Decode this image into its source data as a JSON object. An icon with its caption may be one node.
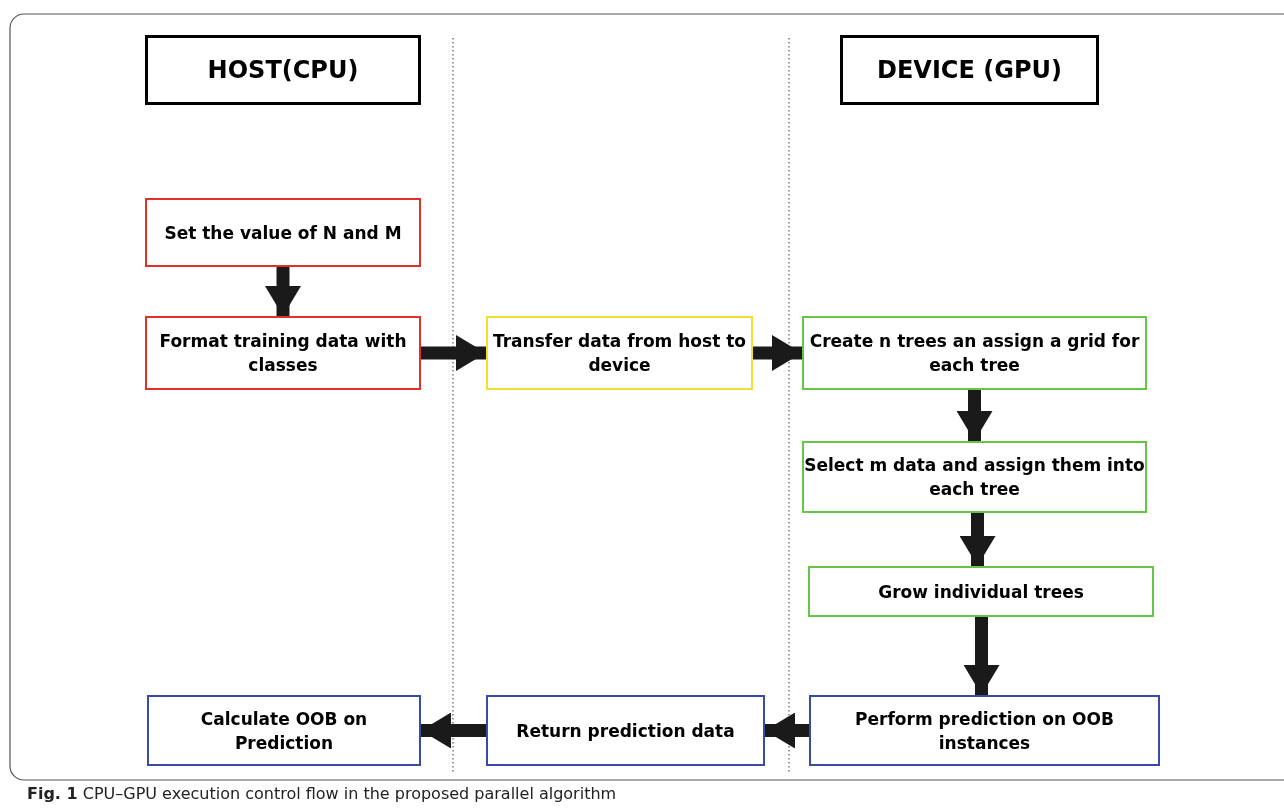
{
  "diagram": {
    "caption": "**Fig. 1** CPU–GPU execution control flow in the proposed parallel algorithm",
    "nodes": [
      {
        "text": [
          "HOST(CPU)"
        ]
      },
      {
        "text": [
          "DEVICE (GPU)"
        ]
      },
      {
        "text": [
          "Set the value of N and M"
        ]
      },
      {
        "text": [
          "Format training data with classes"
        ]
      },
      {
        "text": [
          "Transfer data from host to device"
        ]
      },
      {
        "text": [
          "Create n trees an assign a grid for each tree"
        ]
      },
      {
        "text": [
          "Select m data and assign them into each tree"
        ]
      },
      {
        "text": [
          "Grow individual trees"
        ]
      },
      {
        "text": [
          "Perform prediction on OOB instances"
        ]
      },
      {
        "text": [
          "Return prediction data"
        ]
      },
      {
        "text": [
          "Calculate OOB on Prediction"
        ]
      }
    ],
    "edges": [
      {
        "from": 2,
        "to": 3,
        "arrow": "to"
      },
      {
        "from": 3,
        "to": 4,
        "arrow": "to"
      },
      {
        "from": 4,
        "to": 5,
        "arrow": "to"
      },
      {
        "from": 5,
        "to": 6,
        "arrow": "to"
      },
      {
        "from": 6,
        "to": 7,
        "arrow": "to"
      },
      {
        "from": 7,
        "to": 8,
        "arrow": "to"
      },
      {
        "from": 8,
        "to": 9,
        "arrow": "to"
      },
      {
        "from": 9,
        "to": 10,
        "arrow": "to"
      }
    ]
  }
}
